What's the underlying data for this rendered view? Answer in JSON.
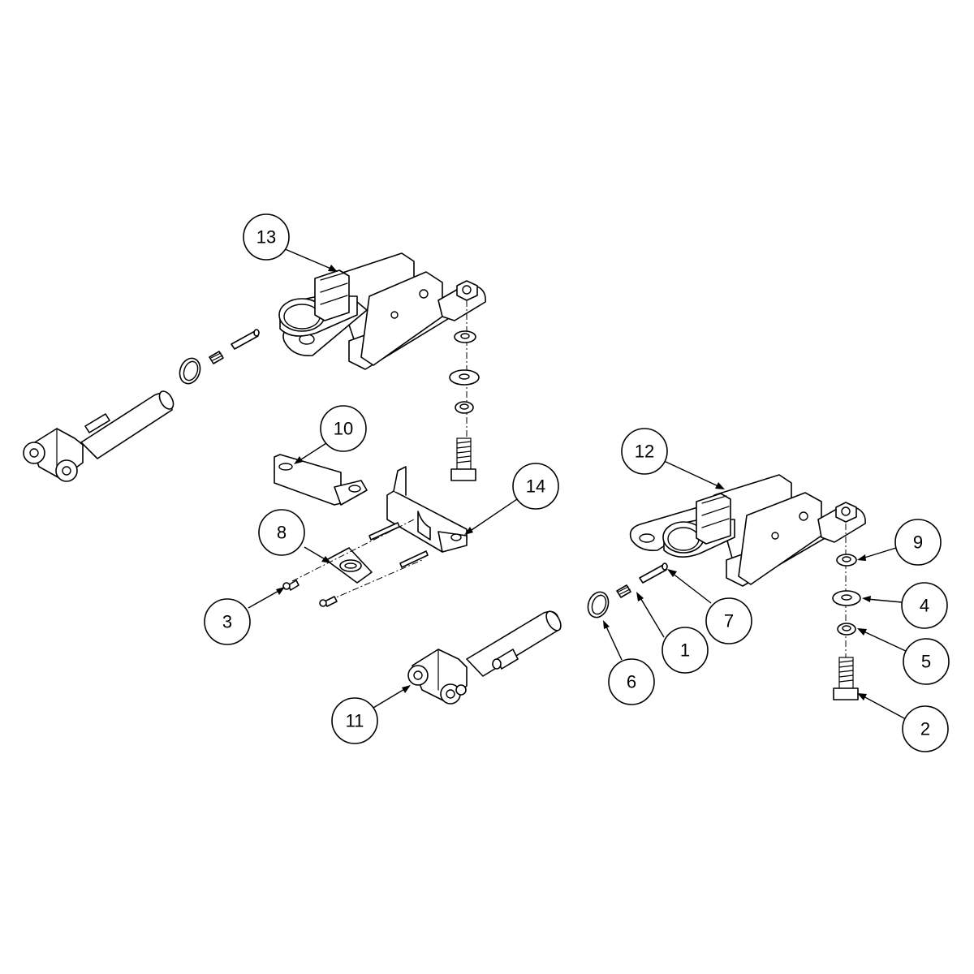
{
  "balloons": [
    {
      "id": "b13",
      "label": "13"
    },
    {
      "id": "b10",
      "label": "10"
    },
    {
      "id": "b8",
      "label": "8"
    },
    {
      "id": "b14",
      "label": "14"
    },
    {
      "id": "b3",
      "label": "3"
    },
    {
      "id": "b12",
      "label": "12"
    },
    {
      "id": "b9",
      "label": "9"
    },
    {
      "id": "b4",
      "label": "4"
    },
    {
      "id": "b5",
      "label": "5"
    },
    {
      "id": "b2",
      "label": "2"
    },
    {
      "id": "b7",
      "label": "7"
    },
    {
      "id": "b1",
      "label": "1"
    },
    {
      "id": "b6",
      "label": "6"
    },
    {
      "id": "b11",
      "label": "11"
    }
  ]
}
